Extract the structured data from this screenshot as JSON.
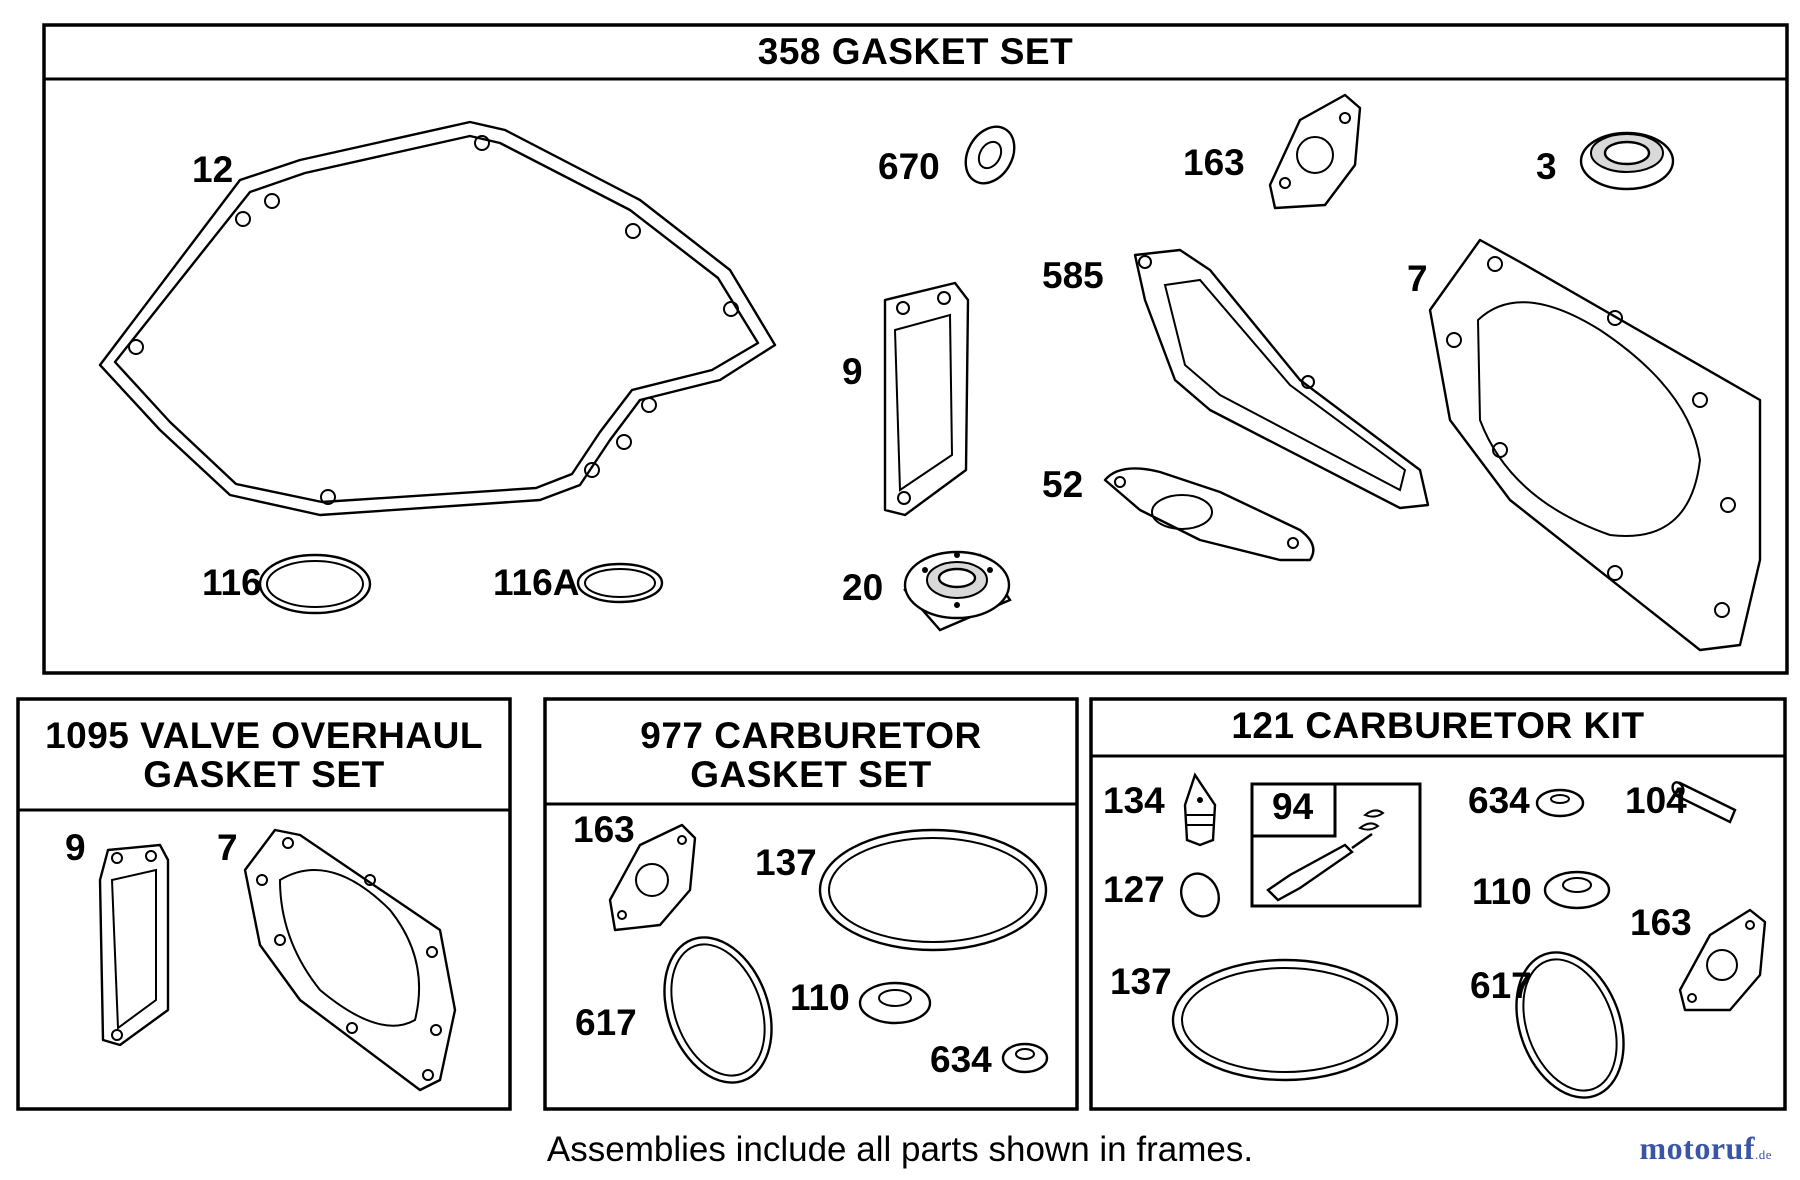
{
  "frames": {
    "main": {
      "title": "358 GASKET SET"
    },
    "valve": {
      "title_line1": "1095 VALVE OVERHAUL",
      "title_line2": "GASKET SET"
    },
    "carb_gasket": {
      "title_line1": "977 CARBURETOR",
      "title_line2": "GASKET SET"
    },
    "carb_kit": {
      "title": "121 CARBURETOR KIT"
    }
  },
  "callouts": {
    "main": [
      "12",
      "670",
      "163",
      "3",
      "585",
      "7",
      "9",
      "52",
      "116",
      "116A",
      "20"
    ],
    "valve": [
      "9",
      "7"
    ],
    "carb_gasket": [
      "163",
      "137",
      "617",
      "110",
      "634"
    ],
    "carb_kit": [
      "134",
      "94",
      "634",
      "104",
      "127",
      "110",
      "163",
      "137",
      "617"
    ]
  },
  "footer": {
    "note": "Assemblies include all parts shown in frames."
  },
  "watermark": {
    "brand": "motoruf",
    "suffix": ".de"
  },
  "colors": {
    "line": "#000000",
    "background": "#ffffff",
    "watermark": "#3b55a6"
  }
}
